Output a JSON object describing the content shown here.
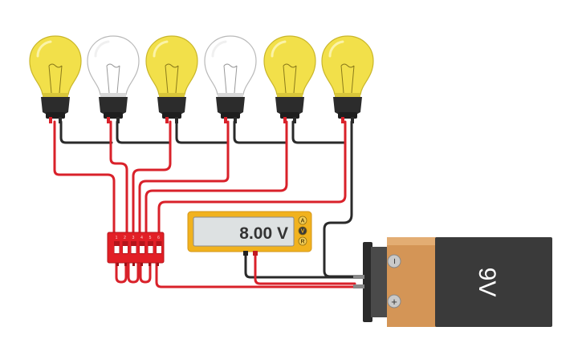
{
  "circuit": {
    "bulbs": [
      {
        "index": 1,
        "state": "on"
      },
      {
        "index": 2,
        "state": "off"
      },
      {
        "index": 3,
        "state": "on"
      },
      {
        "index": 4,
        "state": "off"
      },
      {
        "index": 5,
        "state": "on"
      },
      {
        "index": 6,
        "state": "on"
      }
    ],
    "dip_switch": {
      "positions": [
        "1",
        "2",
        "3",
        "4",
        "5",
        "6"
      ]
    },
    "multimeter": {
      "reading": "8.00 V",
      "mode_buttons": [
        "A",
        "V",
        "R"
      ],
      "selected_mode": "V"
    },
    "battery": {
      "label": "9V",
      "negative_symbol": "−",
      "positive_symbol": "+"
    }
  },
  "colors": {
    "bulb_on": "#f2e04a",
    "bulb_off": "#ffffff",
    "wire_red": "#d9212a",
    "wire_black": "#2a2a2a",
    "meter_body": "#f1b21e",
    "battery_label": "#3a3a3a",
    "battery_copper": "#d49556",
    "switch_red": "#e21f26"
  }
}
